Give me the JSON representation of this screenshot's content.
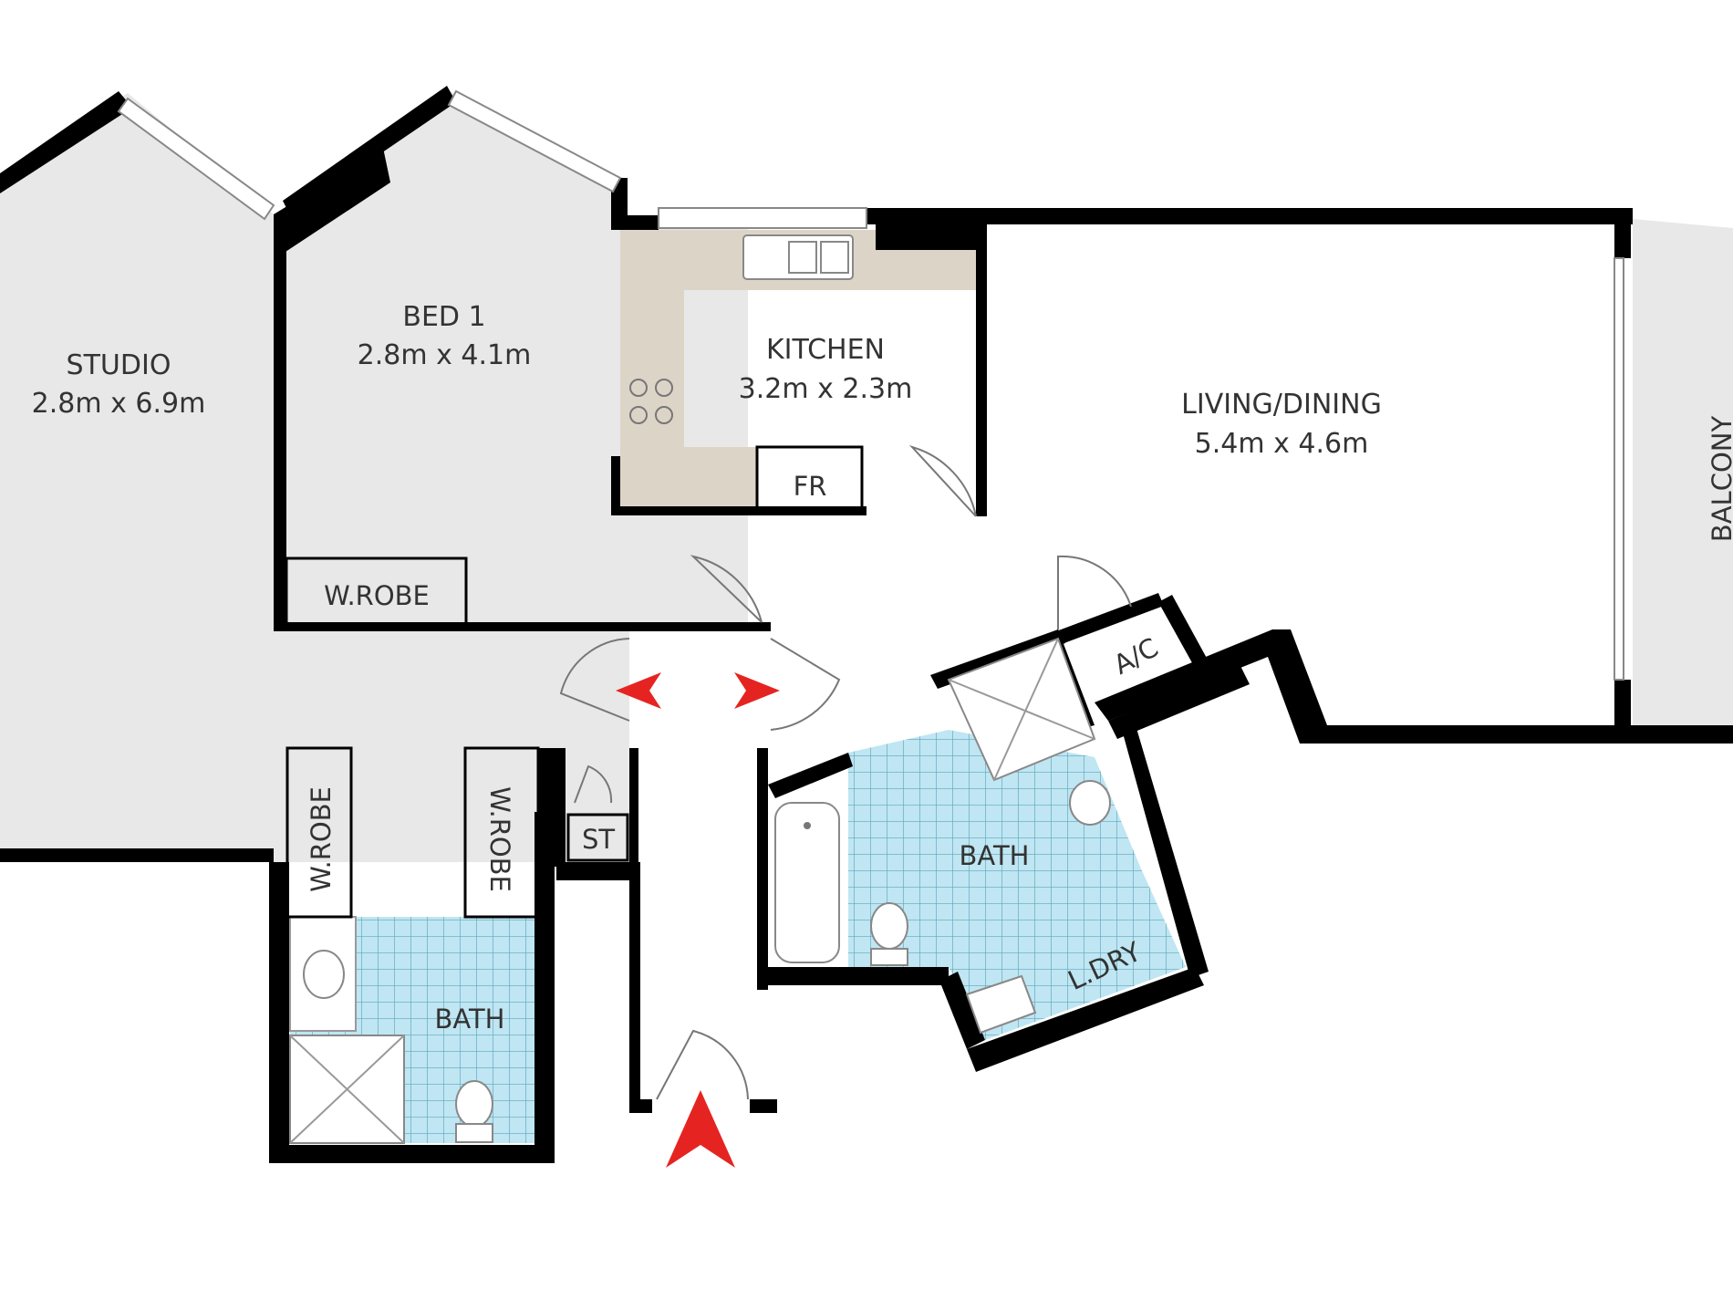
{
  "rooms": {
    "studio": {
      "name": "STUDIO",
      "dims": "2.8m x 6.9m"
    },
    "bed1": {
      "name": "BED 1",
      "dims": "2.8m x 4.1m"
    },
    "kitchen": {
      "name": "KITCHEN",
      "dims": "3.2m x 2.3m"
    },
    "living": {
      "name": "LIVING/DINING",
      "dims": "5.4m x 4.6m"
    },
    "balcony": {
      "name": "BALCONY"
    },
    "wrobe_bed1": {
      "name": "W.ROBE"
    },
    "wrobe_left": {
      "name": "W.ROBE"
    },
    "wrobe_right": {
      "name": "W.ROBE"
    },
    "fridge": {
      "name": "FR"
    },
    "storage": {
      "name": "ST"
    },
    "ac": {
      "name": "A/C"
    },
    "bath_main": {
      "name": "BATH"
    },
    "bath_ensuite": {
      "name": "BATH"
    },
    "laundry": {
      "name": "L.DRY"
    }
  },
  "colors": {
    "room_fill": "#e8e8e8",
    "kitchen_fill": "#ddd4c8",
    "tile_fill": "#bfe6f2",
    "wall": "#000000",
    "arrow": "#e52421"
  },
  "icons": [
    "entry-arrow-icon",
    "direction-arrow-icon",
    "sink-icon",
    "cooktop-icon",
    "toilet-icon",
    "bathtub-icon",
    "shower-icon",
    "basin-icon"
  ]
}
